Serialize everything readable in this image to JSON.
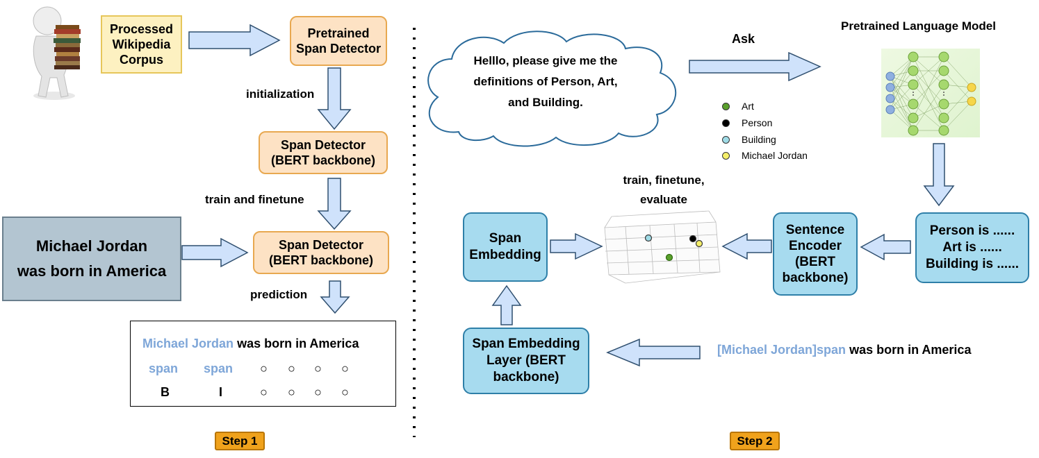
{
  "step1": {
    "corpus": "Processed\nWikipedia\nCorpus",
    "pretrained_detector": "Pretrained\nSpan Detector",
    "detector_mid": "Span Detector\n(BERT backbone)",
    "detector_bottom": "Span Detector\n(BERT backbone)",
    "label_initialization": "initialization",
    "label_train": "train and finetune",
    "label_prediction": "prediction",
    "input_sentence": "Michael Jordan\nwas born in America",
    "result": {
      "sentence_span": "Michael Jordan",
      "sentence_rest": "was born in America",
      "span_tokens": [
        "span",
        "span"
      ],
      "bio_tags": [
        "B",
        "I"
      ],
      "circle": "○"
    },
    "badge": "Step 1"
  },
  "step2": {
    "prompt_cloud": "Helllo, please give me the\ndefinitions of Person, Art,\nand Building.",
    "ask_label": "Ask",
    "plm_title": "Pretrained Language Model",
    "definitions_box": "Person is ......\nArt is ......\nBuilding is ......",
    "sentence_encoder": "Sentence\nEncoder\n(BERT\nbackbone)",
    "span_embedding": "Span\nEmbedding",
    "span_embedding_layer": "Span Embedding\nLayer (BERT\nbackbone)",
    "train_label": "train, finetune,\nevaluate",
    "input_span": "[Michael Jordan]span",
    "input_rest": "was born in America",
    "legend": [
      {
        "label": "Art",
        "color": "#5aa02c"
      },
      {
        "label": "Person",
        "color": "#000000"
      },
      {
        "label": "Building",
        "color": "#9fdbe6"
      },
      {
        "label": "Michael Jordan",
        "color": "#f5ef6a"
      }
    ],
    "badge": "Step 2"
  },
  "colors": {
    "arrow_fill": "#cfe2fb",
    "arrow_stroke": "#2f4f6f",
    "span_blue": "#7ea6d8"
  }
}
